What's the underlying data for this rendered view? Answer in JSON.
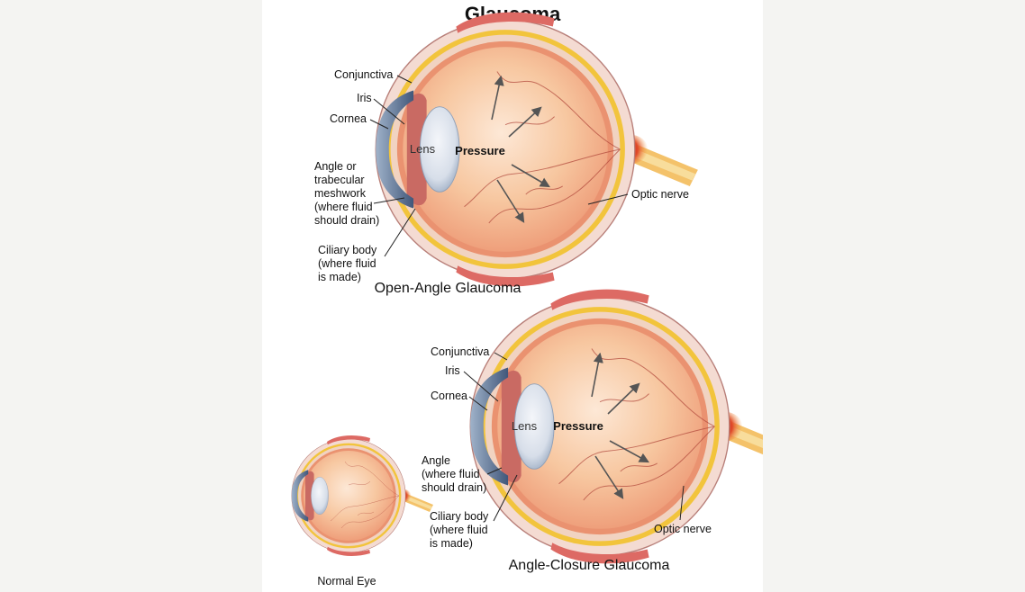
{
  "title": "Glaucoma",
  "open_angle": {
    "caption": "Open-Angle Glaucoma",
    "labels": {
      "conjunctiva": "Conjunctiva",
      "iris": "Iris",
      "cornea": "Cornea",
      "angle": [
        "Angle or",
        "trabecular",
        "meshwork",
        "(where fluid",
        "should drain)"
      ],
      "ciliary": [
        "Ciliary body",
        "(where fluid",
        "is made)"
      ],
      "lens": "Lens",
      "pressure": "Pressure",
      "optic_nerve": "Optic nerve"
    }
  },
  "angle_closure": {
    "caption": "Angle-Closure Glaucoma",
    "labels": {
      "conjunctiva": "Conjunctiva",
      "iris": "Iris",
      "cornea": "Cornea",
      "angle": [
        "Angle",
        "(where fluid",
        "should drain)"
      ],
      "ciliary": [
        "Ciliary body",
        "(where fluid",
        "is made)"
      ],
      "lens": "Lens",
      "pressure": "Pressure",
      "optic_nerve": "Optic nerve"
    }
  },
  "normal_eye": {
    "caption": "Normal Eye"
  },
  "colors": {
    "sclera": "#f3d8cf",
    "choroid_yellow": "#f0c23a",
    "retina": "#e98c6c",
    "vitreous": "#f6c29a",
    "vitreous_center": "#fbe3cf",
    "lens": "#dfe6ef",
    "cornea": "#6d84a3",
    "muscle": "#d85a57",
    "nerve_red": "#d4241c",
    "nerve_yellow": "#f1b85a",
    "arrow": "#555555"
  }
}
